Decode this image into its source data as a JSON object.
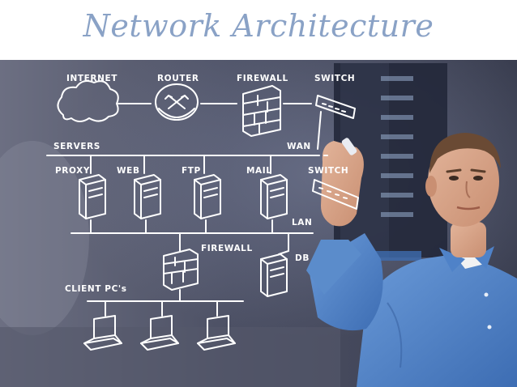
{
  "slide": {
    "title": "Network Architecture"
  },
  "diagram": {
    "labels": {
      "internet": "INTERNET",
      "router": "ROUTER",
      "firewall_top": "FIREWALL",
      "switch_top": "SWITCH",
      "servers": "SERVERS",
      "wan": "WAN",
      "proxy": "PROXY",
      "web": "WEB",
      "ftp": "FTP",
      "mail": "MAIL",
      "switch_mid": "SWITCH",
      "lan": "LAN",
      "firewall_bottom": "FIREWALL",
      "db": "DB",
      "client_pcs": "CLIENT PC's"
    }
  },
  "colors": {
    "title": "#8aa2c6",
    "sketch": "#ffffff",
    "background": "#3f4458",
    "shirt": "#4f7fc4"
  }
}
